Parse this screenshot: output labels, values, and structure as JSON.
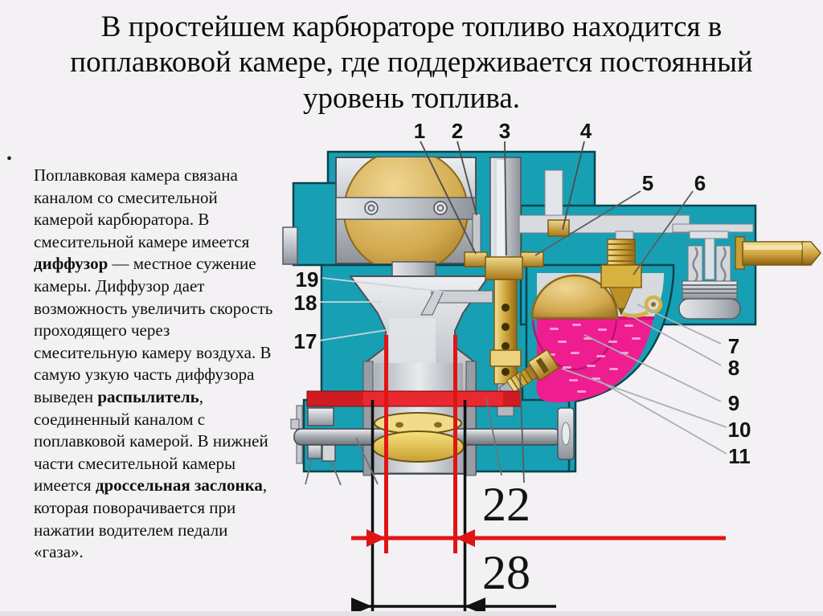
{
  "slide": {
    "title": "В простейшем карбюраторе топливо находится в поплавковой камере, где поддерживается постоянный уровень топлива."
  },
  "bullet_text": {
    "marker": "•",
    "seg1": "Поплавковая камера связана каналом со смесительной камерой карбюратора. В смесительной камере имеется ",
    "bold1": "диффузор",
    "seg2": " — местное сужение камеры. Диффузор дает возможность увеличить скорость проходящего через смесительную камеру воздуха. В самую узкую часть диффузора выведен ",
    "bold2": "распылитель",
    "seg3": ", соединенный каналом с поплавковой камерой. В нижней части смесительной камеры имеется ",
    "bold3": "дроссельная заслонка",
    "seg4": ", которая поворачивается при нажатии водителем педали «газа»."
  },
  "diagram": {
    "callouts": {
      "c1": "1",
      "c2": "2",
      "c3": "3",
      "c4": "4",
      "c5": "5",
      "c6": "6",
      "c7": "7",
      "c8": "8",
      "c9": "9",
      "c10": "10",
      "c11": "11",
      "c17": "17",
      "c18": "18",
      "c19": "19"
    },
    "dimensions": {
      "venturi_throat": "22",
      "bore": "28"
    },
    "colors": {
      "body_teal": "#17a0b4",
      "fuel_pink": "#ee1d90",
      "dimension_red": "#e11414",
      "metal_gray": "#b9bdc4",
      "brass_gold": "#d4a93c"
    }
  }
}
